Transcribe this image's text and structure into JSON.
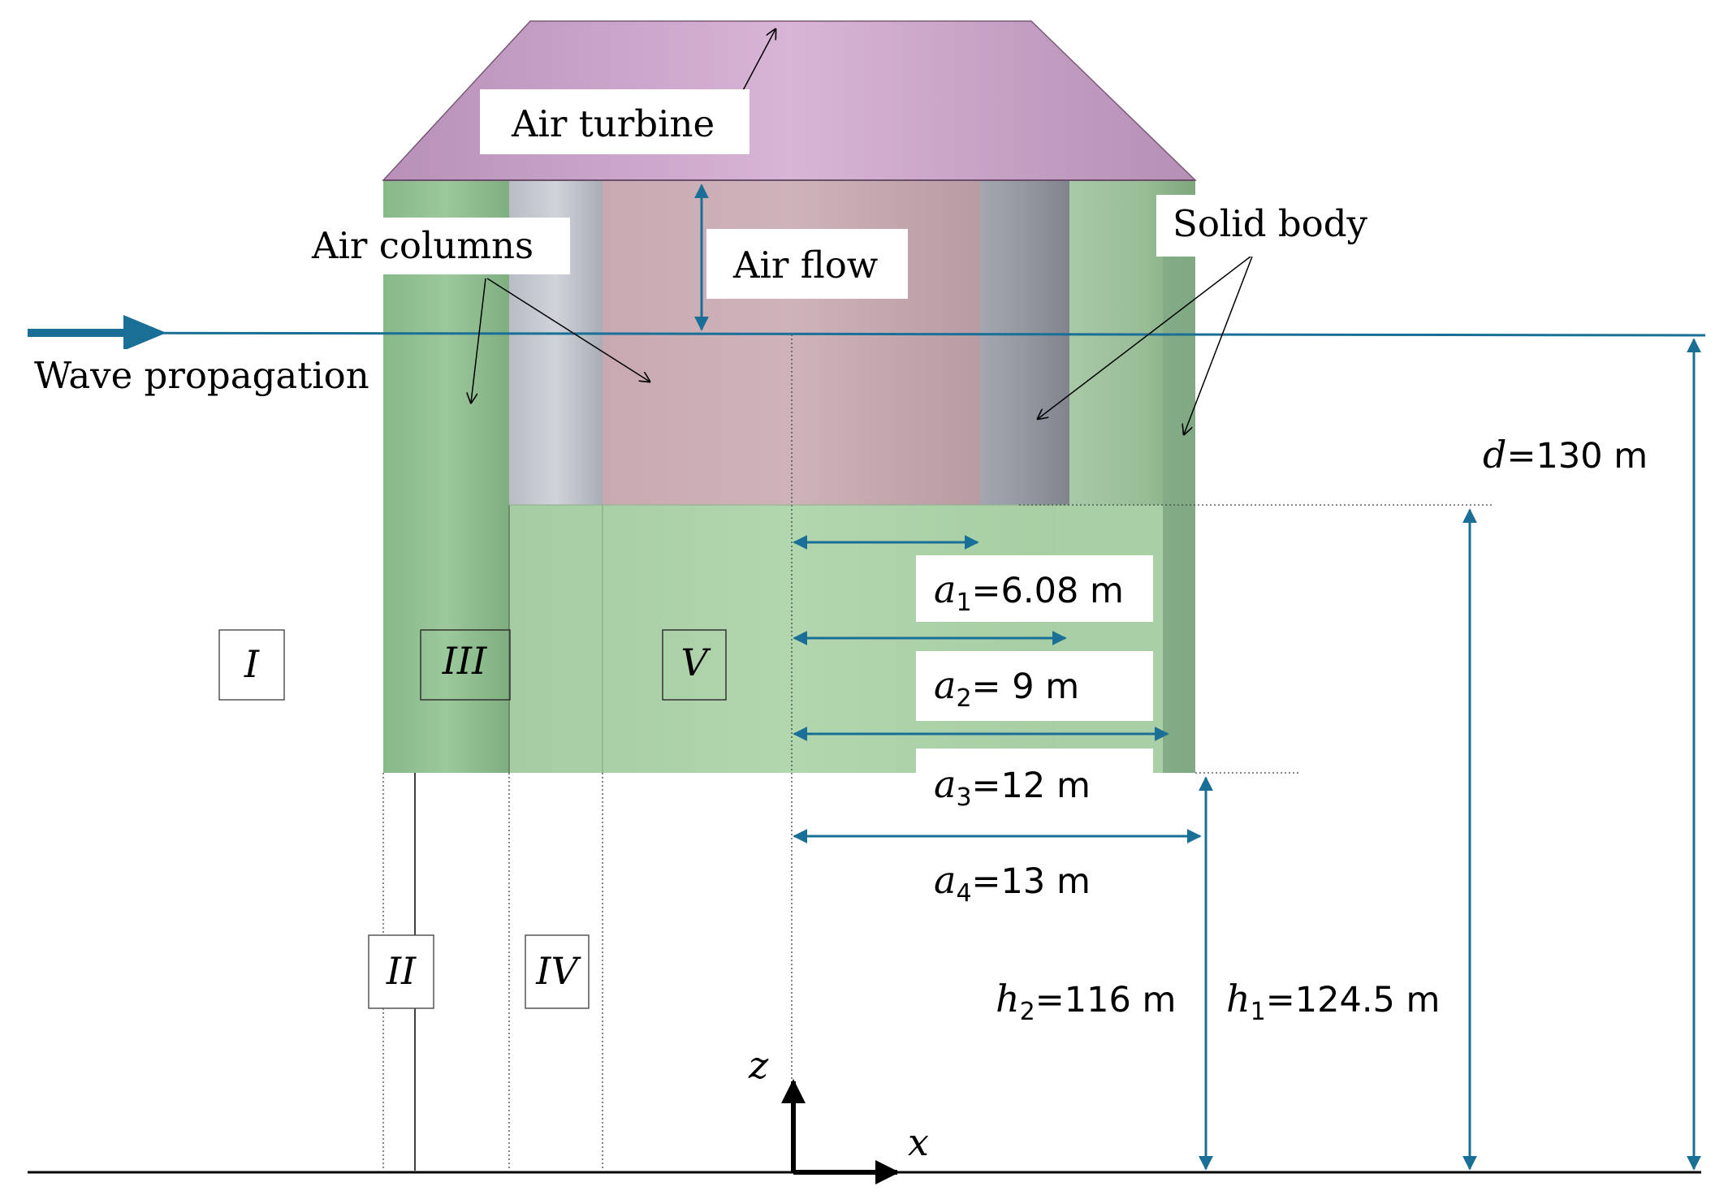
{
  "labels": {
    "air_turbine": "Air turbine",
    "air_flow": "Air flow",
    "air_columns": "Air columns",
    "solid_body": "Solid body",
    "wave_propagation": "Wave propagation"
  },
  "regions": {
    "r1": "I",
    "r2": "II",
    "r3": "III",
    "r4": "IV",
    "r5": "V"
  },
  "axes": {
    "z": "z",
    "x": "x"
  },
  "dimensions": {
    "d": {
      "sym": "d",
      "sub": "",
      "val": "=130 m"
    },
    "a1": {
      "sym": "a",
      "sub": "1",
      "val": "=6.08 m"
    },
    "a2": {
      "sym": "a",
      "sub": "2",
      "val": "= 9 m"
    },
    "a3": {
      "sym": "a",
      "sub": "3",
      "val": "=12 m"
    },
    "a4": {
      "sym": "a",
      "sub": "4",
      "val": "=13 m"
    },
    "h2": {
      "sym": "h",
      "sub": "2",
      "val": "=116 m"
    },
    "h1": {
      "sym": "h",
      "sub": "1",
      "val": "=124.5 m"
    }
  },
  "colors": {
    "turbine": "#c9a6c9",
    "body_green": "#a7cfa4",
    "inner_pink": "#c7aab3",
    "dimension_blue": "#1a6f96"
  }
}
